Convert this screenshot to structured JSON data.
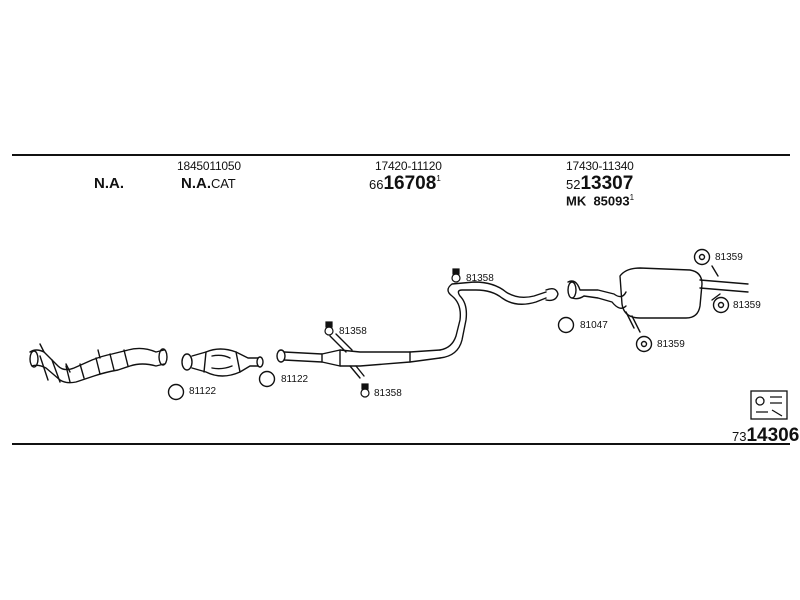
{
  "header": {
    "col1": {
      "label": "N.A."
    },
    "col2": {
      "part_no": "1845011050",
      "label_bold": "N.A.",
      "label_suffix": "CAT"
    },
    "col3": {
      "part_no": "17420-11120",
      "ref_prefix": "66",
      "ref_main": "16708",
      "ref_sup": "1"
    },
    "col4": {
      "part_no": "17430-11340",
      "ref_prefix": "52",
      "ref_main": "13307",
      "mk_label": "MK",
      "mk_value": "85093",
      "mk_sup": "1"
    }
  },
  "callouts": {
    "gasket_a": "81122",
    "gasket_b": "81122",
    "clamp_front": "81358",
    "clamp_lower": "81358",
    "clamp_mid": "81358",
    "ring_rear": "81047",
    "mount_top": "81359",
    "mount_right": "81359",
    "mount_bottom": "81359"
  },
  "footer": {
    "ref_prefix": "73",
    "ref_main": "14306"
  },
  "icons": [
    "exhaust-manifold-icon",
    "catalytic-converter-icon",
    "gasket-ring-icon",
    "rubber-mount-icon",
    "parts-kit-icon"
  ]
}
